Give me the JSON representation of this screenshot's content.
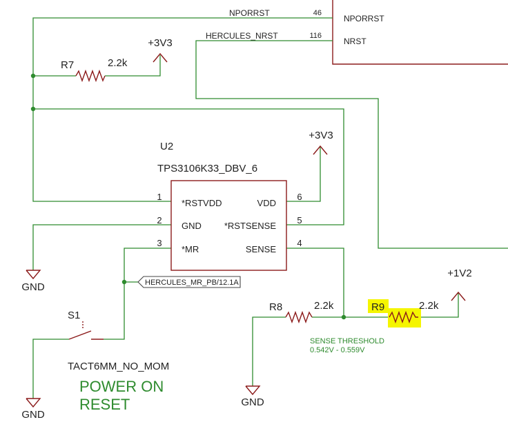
{
  "colors": {
    "wire": "#2e8b2e",
    "component": "#8b1a1a",
    "text": "#222222",
    "annotation": "#2e8b2e",
    "highlight": "#f5f500"
  },
  "mcu": {
    "pins": [
      {
        "num": "46",
        "name": "NPORRST",
        "net": "NPORRST"
      },
      {
        "num": "116",
        "name": "NRST",
        "net": "HERCULES_NRST"
      }
    ]
  },
  "resistors": {
    "r7": {
      "ref": "R7",
      "value": "2.2k"
    },
    "r8": {
      "ref": "R8",
      "value": "2.2k"
    },
    "r9": {
      "ref": "R9",
      "value": "2.2k",
      "highlighted": true
    }
  },
  "power": {
    "v33_a": "+3V3",
    "v33_b": "+3V3",
    "v12": "+1V2",
    "gnd_labels": [
      "GND",
      "GND",
      "GND"
    ]
  },
  "u2": {
    "ref": "U2",
    "part": "TPS3106K33_DBV_6",
    "pins": [
      {
        "num": "1",
        "name": "*RSTVDD"
      },
      {
        "num": "2",
        "name": "GND"
      },
      {
        "num": "3",
        "name": "*MR"
      },
      {
        "num": "6",
        "name": "VDD"
      },
      {
        "num": "5",
        "name": "*RSTSENSE"
      },
      {
        "num": "4",
        "name": "SENSE"
      }
    ]
  },
  "net_label": "HERCULES_MR_PB/12.1A",
  "switch": {
    "ref": "S1",
    "part": "TACT6MM_NO_MOM"
  },
  "sense_note": {
    "line1": "SENSE THRESHOLD",
    "line2": "0.542V - 0.559V"
  },
  "title": {
    "line1": "POWER ON",
    "line2": "RESET"
  }
}
